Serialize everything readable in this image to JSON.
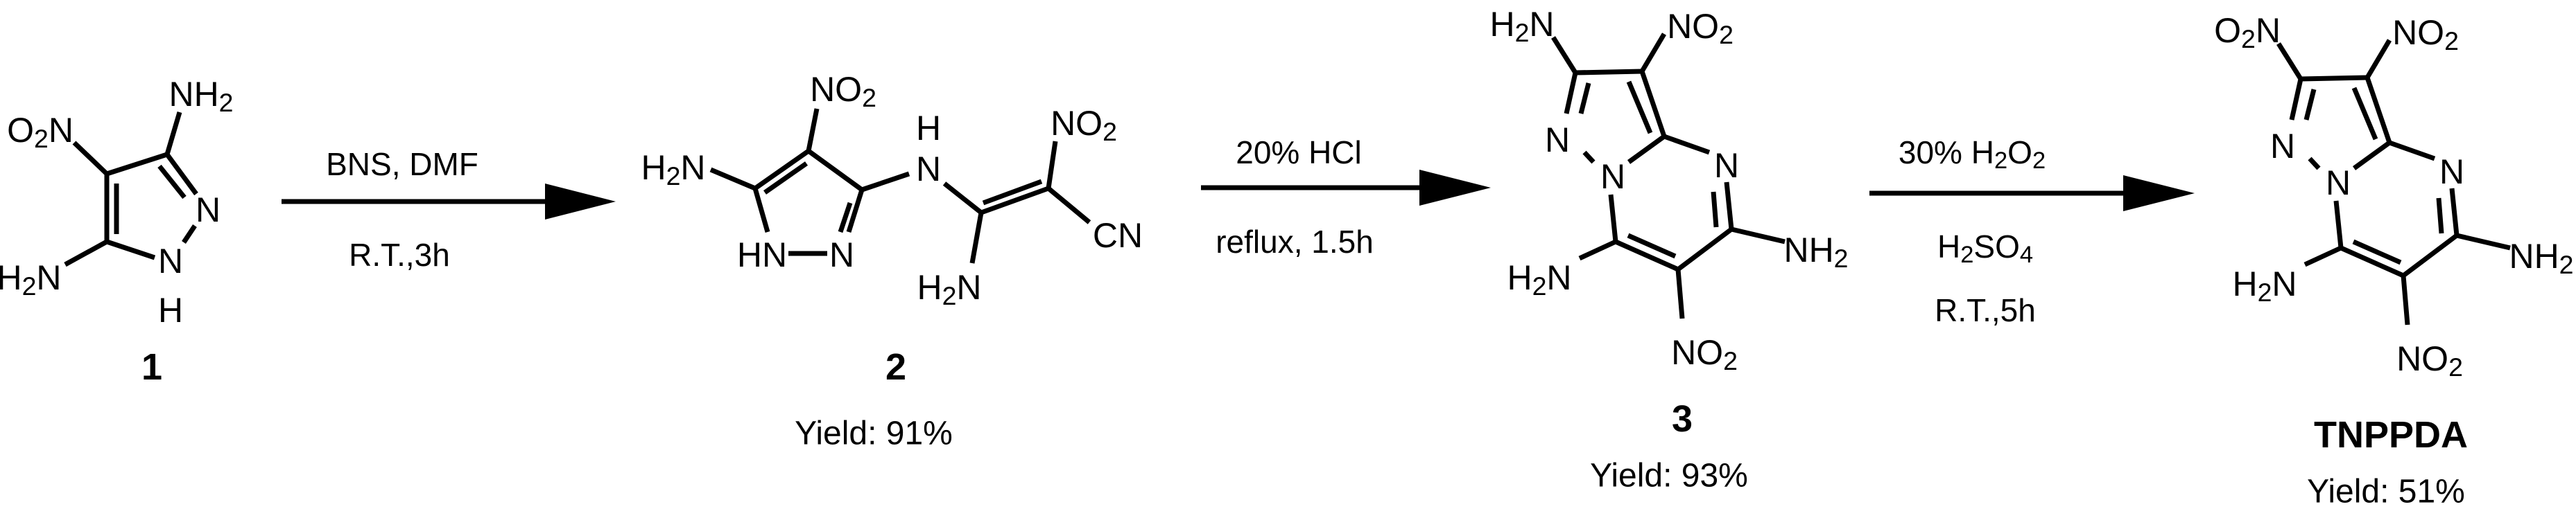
{
  "compounds": [
    {
      "id": "1",
      "name": "1",
      "labels": {
        "nh2": "NH2",
        "o2n": "O2N",
        "h2n": "H2N",
        "n2": "N",
        "n1": "N",
        "h": "H"
      }
    },
    {
      "id": "2",
      "name": "2",
      "yield": "Yield: 91%",
      "labels": {
        "no2": "NO2",
        "h2n": "H2N",
        "hn": "HN",
        "n2": "N",
        "nh_h": "H",
        "nh_n": "N",
        "no2b": "NO2",
        "cn": "CN",
        "h2n2": "H2N"
      }
    },
    {
      "id": "3",
      "name": "3",
      "yield": "Yield: 93%",
      "labels": {
        "h2n_top": "H2N",
        "no2_top": "NO2",
        "n2": "N",
        "n1": "N",
        "n4": "N",
        "nh2": "NH2",
        "h2n": "H2N",
        "no2_bot": "NO2"
      }
    },
    {
      "id": "TNPPDA",
      "name": "TNPPDA",
      "yield": "Yield: 51%",
      "labels": {
        "o2n_top": "O2N",
        "no2_top": "NO2",
        "n2": "N",
        "n1": "N",
        "n4": "N",
        "nh2": "NH2",
        "h2n": "H2N",
        "no2_bot": "NO2"
      }
    }
  ],
  "steps": [
    {
      "above": "BNS, DMF",
      "below": [
        "R.T.,3h"
      ]
    },
    {
      "above": "20% HCl",
      "below": [
        "reflux, 1.5h"
      ]
    },
    {
      "above": "30% H2O2",
      "below": [
        "H2SO4",
        "R.T.,5h"
      ]
    }
  ]
}
